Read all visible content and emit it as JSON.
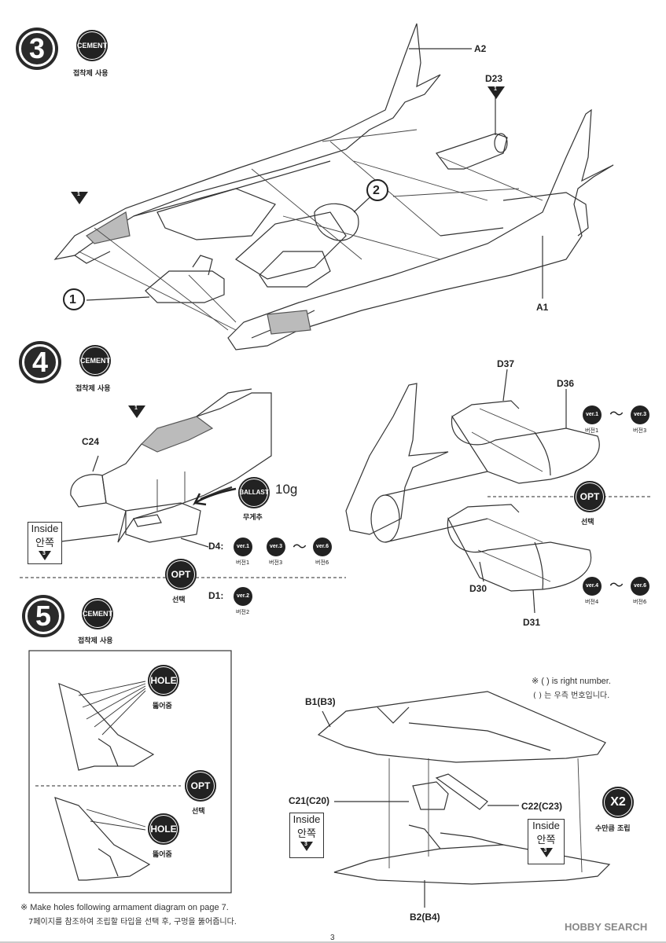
{
  "steps": {
    "s3": {
      "number": "3",
      "cement": "CEMENT",
      "cement_kr": "접착제 사용"
    },
    "s4": {
      "number": "4",
      "cement": "CEMENT",
      "cement_kr": "접착제 사용"
    },
    "s5": {
      "number": "5",
      "cement": "CEMENT",
      "cement_kr": "접착제 사용"
    }
  },
  "parts": {
    "a2": "A2",
    "d23": "D23",
    "a1": "A1",
    "c24": "C24",
    "d37": "D37",
    "d36": "D36",
    "d30": "D30",
    "d31": "D31",
    "d4": "D4:",
    "d1": "D1:",
    "b1b3": "B1(B3)",
    "c21c20": "C21(C20)",
    "c22c23": "C22(C23)",
    "b2b4": "B2(B4)"
  },
  "callouts": {
    "c1": "1",
    "c2": "2",
    "tri1": "1",
    "tri1b": "1",
    "tri_d23": "1"
  },
  "ballast": {
    "label": "BALLAST",
    "weight": "10g",
    "kr": "무게추"
  },
  "opt": {
    "label": "OPT",
    "kr": "선택"
  },
  "hole": {
    "label": "HOLE",
    "kr": "뚫어줌"
  },
  "x2": {
    "label": "X2",
    "kr": "수만큼 조립"
  },
  "inside": {
    "en": "Inside",
    "kr": "안쪽",
    "num": "3"
  },
  "versions": {
    "v1": "ver.1",
    "v1kr": "버전1",
    "v2": "ver.2",
    "v2kr": "버전2",
    "v3": "ver.3",
    "v3kr": "버전3",
    "v4": "ver.4",
    "v4kr": "버전4",
    "v6": "ver.6",
    "v6kr": "버전6",
    "tilde": "～"
  },
  "notes": {
    "right_en": "※ ( ) is right number.",
    "right_kr": "( ) 는 우측 번호입니다.",
    "holes_en": "※ Make holes following armament diagram on page 7.",
    "holes_kr": "7페이지를 참조하여 조립할 타입을 선택 후, 구멍을 뚫어줍니다."
  },
  "page_number": "3",
  "watermark": "HOBBY SEARCH"
}
